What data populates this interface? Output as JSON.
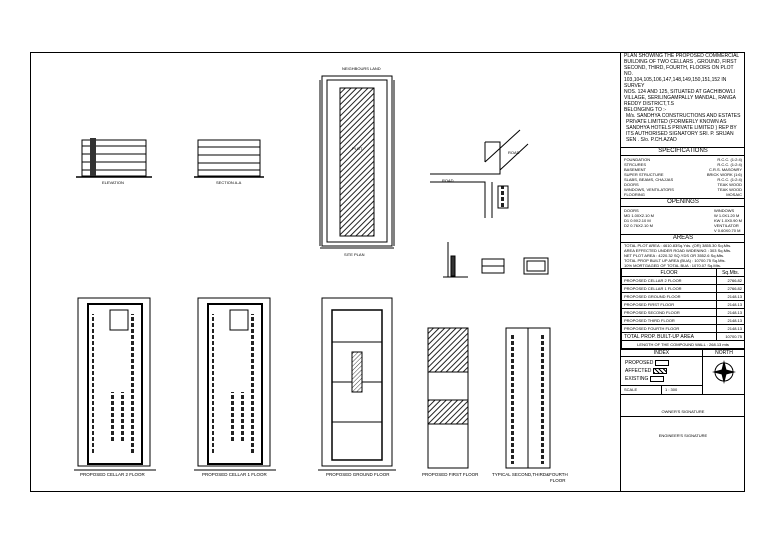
{
  "labels": {
    "neighbour_top": "NEIGHBOURS LAND",
    "plot": "PLOT",
    "site_plan": "SITE PLAN",
    "elevation": "ELEVATION",
    "section": "SECTION A-A",
    "cellar2": "PROPOSED CELLAR 2 FLOOR",
    "cellar1": "PROPOSED CELLAR 1 FLOOR",
    "ground": "PROPOSED GROUND FLOOR",
    "first": "PROPOSED FIRST FLOOR",
    "typical": "TYPICAL SECOND,THIRD&FOURTH",
    "typical2": "FLOOR",
    "road_left": "ROAD",
    "road_bottom": "ROAD"
  },
  "title_block": {
    "lines": [
      "PLAN SHOWING THE PROPOSED COMMERCIAL",
      "BUILDING OF TWO CELLARS , GROUND, FIRST",
      "SECOND, THIRD, FOURTH, FLOORS ON PLOT NO.",
      "103,104,105,106,147,148,149,150,151,152 IN SURVEY",
      "NOS. 124 AND 125, SITUATED AT GACHIBOWLI",
      "VILLAGE, SERILINGAMPALLY MANDAL, RANGA",
      "REDDY DISTRICT,T.S"
    ],
    "belonging": "BELONGING TO :-",
    "owner_lines": [
      "M/s. SANDHYA CONSTRUCTIONS AND ESTATES",
      "PRIVATE LIMITED (FORMERLY KNOWN AS",
      "SANDHYA HOTELS PRIVATE LIMITED ) REP BY",
      "ITS AUTHORISED SIGNATORY SRI. P. SRIJAN",
      "SEN . S/o. P.CH.AZAD"
    ]
  },
  "specifications": {
    "heading": "SPECIFICATIONS",
    "rows": [
      [
        "FOUNDATION",
        "R.C.C. (1:2:4)"
      ],
      [
        "STRCURES",
        "R.C.C. (1:2:4)"
      ],
      [
        "BASEMENT",
        "C.R.S. MASONRY"
      ],
      [
        "SUPER STRUCTURE",
        "BRICK WORK (1:6)"
      ],
      [
        "SLABS, BEAMS, CHAJJAS",
        "R.C.C. (1:2:4)"
      ],
      [
        "DOORS",
        "TEAK WOOD"
      ],
      [
        "WINDOWS, VENTILATORS",
        "TEAK WOOD"
      ],
      [
        "FLOORING",
        "MOSAIC"
      ]
    ]
  },
  "openings": {
    "heading": "OPENINGS",
    "doors_head": "DOORS",
    "windows_head": "WINDOWS",
    "doors": [
      "MD 1.00X2.10 M",
      "D1 0.9X2.10 M",
      "D2 0.76X2.10 M"
    ],
    "windows": [
      "W 1.0X1.20 M",
      "KW 1.0X0.90 M"
    ],
    "vent_head": "VENTILATOR",
    "vent": "V 0.60X0.70 M"
  },
  "areas": {
    "heading": "AREAS",
    "lines": [
      "TOTAL PLOT AREA : 4610.83Sq.Yds. (OR) 3855.30 Sq.Mts.",
      "AREA EFFECTED UNDER ROAD WIDENING : 303 Sq.Mts.",
      "NET PLOT AREA : 4220.32 SQ.YDS OR 3552.6 Sq.Mts.",
      "TOTAL PROP BUILT UP AREA (BUA) : 10700.75 Sq.Mts.",
      "10% MORTGAGED OF TOTAL BUA : 1070.07 Sq.Mts."
    ]
  },
  "floors": {
    "head_floor": "FLOOR",
    "head_area": "Sq.Mts.",
    "rows": [
      [
        "PROPOSED CELLAR 2 FLOOR",
        "2766.82"
      ],
      [
        "PROPOSED CELLAR 1 FLOOR",
        "2766.82"
      ],
      [
        "PROPOSED GROUND FLOOR",
        "2148.13"
      ],
      [
        "PROPOSED FIRST FLOOR",
        "2148.13"
      ],
      [
        "PROPOSED SECOND FLOOR",
        "2148.13"
      ],
      [
        "PROPOSED THIRD FLOOR",
        "2148.13"
      ],
      [
        "PROPOSED FOURTH FLOOR",
        "2148.13"
      ]
    ],
    "total_label": "TOTAL PROP. BUILT-UP AREA",
    "total_value": "10700.75",
    "compound": "LENGTH OF THE COMPOUND WALL : 268.13 mts"
  },
  "index": {
    "heading": "INDEX",
    "north": "NORTH",
    "proposed": "PROPOSED",
    "affected": "AFFECTED",
    "existing": "EXISTING",
    "scale_label": "SCALE",
    "scale_value": "1 : 300",
    "owner_sig": "OWNER'S SIGNATURE",
    "engineer_sig": "ENGINEER'S SIGNATURE"
  }
}
